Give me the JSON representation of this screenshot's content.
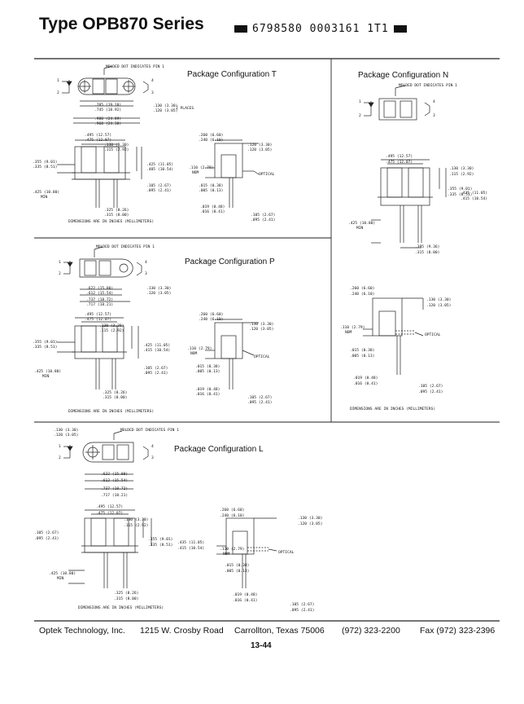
{
  "header": {
    "title": "Type OPB870 Series",
    "code": "6798580 0003161 1T1"
  },
  "configs": {
    "T": "Package Configuration T",
    "N": "Package Configuration N",
    "P": "Package Configuration P",
    "L": "Package Configuration L"
  },
  "labels": {
    "dot": "MOLDED DOT INDICATES PIN 1",
    "dims": "DIMENSIONS ARE IN INCHES (MILLIMETERS)",
    "optical": "OPTICAL",
    "places": "2 PLACES",
    "nom": "NOM",
    "min": "MIN"
  },
  "dimsT": {
    "a": ".785 (19.18)",
    "b": ".745 (18.92)",
    "c": ".980 (24.89)",
    "d": ".960 (24.38)",
    "e": ".130 (3.30)",
    "f": ".120 (3.05)",
    "g": ".495 (12.57)",
    "h": ".475 (12.07)",
    "i": ".130 (3.30)",
    "j": ".115 (2.92)",
    "k": ".355 (9.01)",
    "l": ".335 (8.51)",
    "m": ".425 (11.05)",
    "n": ".405 (10.54)",
    "o": ".425 (10.80)",
    "p": ".105 (2.67)",
    "q": ".095 (2.41)",
    "r": ".325 (8.26)",
    "s": ".315 (8.00)",
    "t": ".260 (6.60)",
    "u": ".240 (6.10)",
    "v": ".120 (3.30)",
    "w": ".120 (3.05)",
    "x": ".110 (2.79)",
    "y": ".015 (0.38)",
    "z": ".005 (0.13)",
    "aa": ".019 (0.48)",
    "ab": ".016 (0.41)",
    "ac": ".105 (2.67)",
    "ad": ".095 (2.41)"
  },
  "dimsN": {
    "a": ".495 (12.57)",
    "b": ".475 (12.07)",
    "c": ".130 (3.30)",
    "d": ".115 (2.92)",
    "e": ".355 (9.01)",
    "f": ".335 (8.51)",
    "g": ".435 (11.05)",
    "h": ".415 (10.54)",
    "i": ".425 (10.80)",
    "j": ".395 (9.36)",
    "k": ".315 (8.00)",
    "l": ".260 (6.60)",
    "m": ".240 (6.10)",
    "n": ".130 (3.30)",
    "o": ".120 (3.05)",
    "p": ".110 (2.79)",
    "q": ".015 (0.38)",
    "r": ".005 (0.13)",
    "s": ".019 (0.48)",
    "t": ".016 (0.41)",
    "u": ".105 (2.67)",
    "v": ".095 (2.41)"
  },
  "dimsP": {
    "a": ".622 (15.80)",
    "b": ".612 (15.54)",
    "c": ".737 (18.72)",
    "d": ".717 (18.21)",
    "e": ".130 (3.30)",
    "f": ".120 (3.05)",
    "g": ".495 (12.57)",
    "h": ".475 (12.07)",
    "i": ".130 (3.30)",
    "j": ".115 (2.92)",
    "k": ".355 (9.01)",
    "l": ".335 (8.51)",
    "m": ".425 (11.05)",
    "n": ".415 (10.54)",
    "o": ".425 (10.80)",
    "p": ".105 (2.67)",
    "q": ".095 (2.41)",
    "r": ".325 (8.26)",
    "s": ".315 (8.00)",
    "t": ".260 (6.60)",
    "u": ".240 (6.10)",
    "v": ".130 (3.30)",
    "w": ".120 (3.05)",
    "x": ".110 (2.79)",
    "y": ".015 (0.38)",
    "z": ".005 (0.13)",
    "aa": ".019 (0.48)",
    "ab": ".016 (0.41)",
    "ac": ".105 (2.67)",
    "ad": ".095 (2.41)"
  },
  "dimsL": {
    "a": ".130 (3.30)",
    "b": ".120 (3.05)",
    "c": ".622 (15.80)",
    "d": ".612 (15.54)",
    "e": ".737 (18.72)",
    "f": ".717 (18.21)",
    "g": ".495 (12.57)",
    "h": ".475 (12.07)",
    "i": ".130 (3.30)",
    "j": ".115 (2.92)",
    "k": ".105 (2.67)",
    "l": ".095 (2.41)",
    "m": ".355 (9.01)",
    "n": ".335 (8.51)",
    "o": ".435 (11.05)",
    "p": ".415 (10.54)",
    "q": ".425 (10.80)",
    "r": ".325 (8.26)",
    "s": ".315 (8.00)",
    "t": ".260 (6.60)",
    "u": ".240 (6.10)",
    "v": ".130 (3.30)",
    "w": ".120 (3.05)",
    "x": ".110 (2.79)",
    "y": ".015 (0.38)",
    "z": ".005 (0.13)",
    "aa": ".019 (0.48)",
    "ab": ".016 (0.41)",
    "ac": ".105 (2.67)",
    "ad": ".095 (2.41)"
  },
  "footer": {
    "company": "Optek Technology, Inc.",
    "address": "1215 W. Crosby Road",
    "city": "Carrollton, Texas 75006",
    "phone": "(972) 323-2200",
    "fax": "Fax (972) 323-2396",
    "page": "13-44"
  }
}
